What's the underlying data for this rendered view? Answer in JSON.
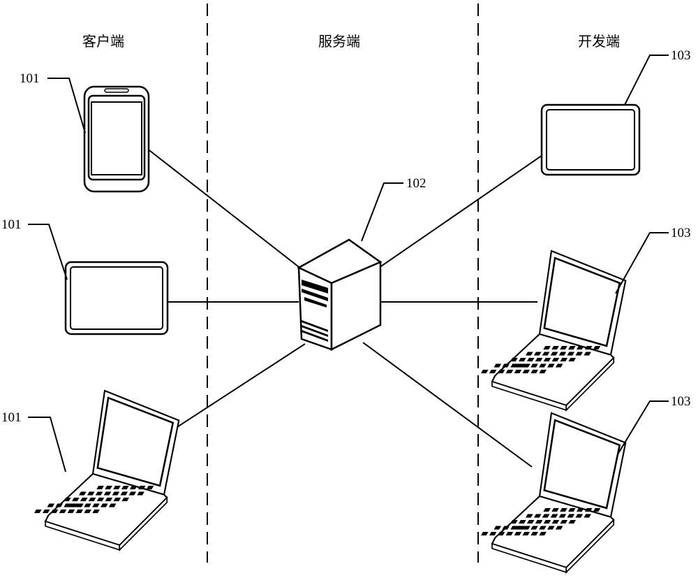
{
  "zones": {
    "client": "客户端",
    "server": "服务端",
    "developer": "开发端"
  },
  "labels": {
    "client_phone": "101",
    "client_tablet": "101",
    "client_laptop": "101",
    "server": "102",
    "dev_tablet": "103",
    "dev_laptop_1": "103",
    "dev_laptop_2": "103"
  }
}
